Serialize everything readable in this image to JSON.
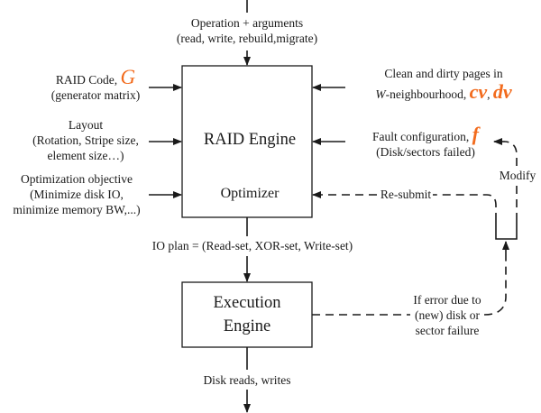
{
  "colors": {
    "accent": "#F26B1D",
    "line": "#1a1a1a"
  },
  "top_input": {
    "line1": "Operation + arguments",
    "line2": "(read, write, rebuild,migrate)"
  },
  "left_inputs": [
    {
      "line1_prefix": "RAID Code, ",
      "line1_symbol": "G",
      "line2": "(generator matrix)"
    },
    {
      "line1": "Layout",
      "line2": "(Rotation, Stripe size,",
      "line3": "element size…)"
    },
    {
      "line1": "Optimization objective",
      "line2": "(Minimize disk IO,",
      "line3": "minimize memory BW,...)"
    }
  ],
  "right_inputs": [
    {
      "line1": "Clean and dirty pages in",
      "line2_symbol_w": "W",
      "line2_text": "-neighbourhood, ",
      "sym_cv": "cv",
      "comma": ", ",
      "sym_dv": "dv"
    },
    {
      "line1_prefix": "Fault configuration, ",
      "line1_symbol": "f",
      "line2": "(Disk/sectors failed)"
    }
  ],
  "raid_engine": {
    "title": "RAID Engine",
    "subtitle": "Optimizer"
  },
  "io_plan": "IO plan = (Read-set, XOR-set, Write-set)",
  "execution_engine": {
    "line1": "Execution",
    "line2": "Engine"
  },
  "error_label": {
    "line1": "If error due to",
    "line2": "(new) disk or",
    "line3": "sector failure"
  },
  "resubmit_label": "Re-submit",
  "modify_label": "Modify",
  "output_label": "Disk reads, writes"
}
